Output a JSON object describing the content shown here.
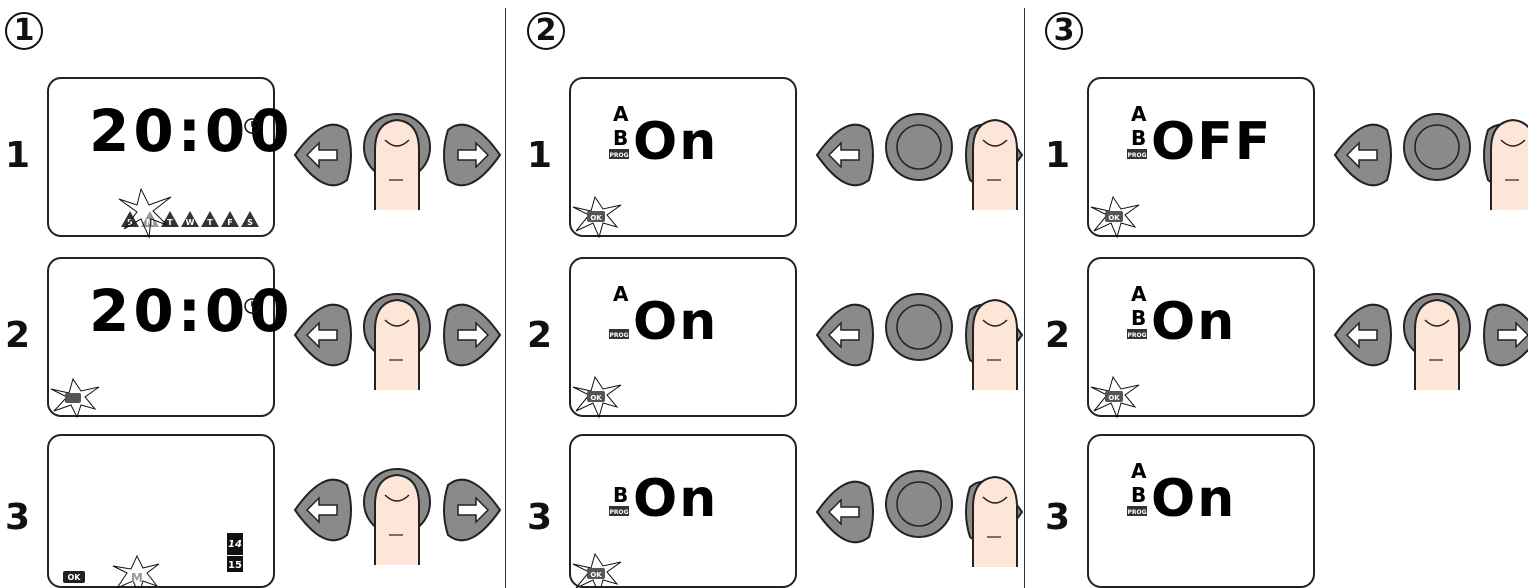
{
  "columns": [
    {
      "step": "1",
      "rows": [
        {
          "num": "1",
          "display": "20:00",
          "days": [
            "S",
            "M",
            "T",
            "W",
            "T",
            "F",
            "S"
          ],
          "highlight": "M",
          "ok_burst": false,
          "finger": "center",
          "arrows": true
        },
        {
          "num": "2",
          "display": "20:00",
          "ok_burst": true,
          "finger": "center",
          "arrows": true
        },
        {
          "num": "3",
          "ok_label": "OK",
          "mini_m": "M",
          "badge_top": "14",
          "badge_bottom": "15",
          "finger": "center",
          "arrows": true
        }
      ]
    },
    {
      "step": "2",
      "rows": [
        {
          "num": "1",
          "channel_a": "A",
          "channel_b": "B",
          "prog": "PROG",
          "state": "On",
          "ok_label": "OK",
          "finger": "right"
        },
        {
          "num": "2",
          "channel_a": "A",
          "channel_b": "",
          "prog": "PROG",
          "state": "On",
          "ok_label": "OK",
          "finger": "right"
        },
        {
          "num": "3",
          "channel_a": "",
          "channel_b": "B",
          "prog": "PROG",
          "state": "On",
          "ok_label": "OK",
          "finger": "right"
        }
      ]
    },
    {
      "step": "3",
      "rows": [
        {
          "num": "1",
          "channel_a": "A",
          "channel_b": "B",
          "prog": "PROG",
          "state": "OFF",
          "ok_label": "OK",
          "finger": "right"
        },
        {
          "num": "2",
          "channel_a": "A",
          "channel_b": "B",
          "prog": "PROG",
          "state": "On",
          "ok_label": "OK",
          "finger": "center",
          "arrows": true
        },
        {
          "num": "3",
          "channel_a": "A",
          "channel_b": "B",
          "prog": "PROG",
          "state": "On"
        }
      ]
    }
  ],
  "icons": [
    "clock-icon",
    "left-arrow-button-icon",
    "ok-button-icon",
    "right-arrow-button-icon",
    "finger-icon",
    "flash-burst-icon"
  ],
  "colors": {
    "button": "#8a8a8a",
    "finger": "#fde6d8",
    "line": "#222222"
  }
}
